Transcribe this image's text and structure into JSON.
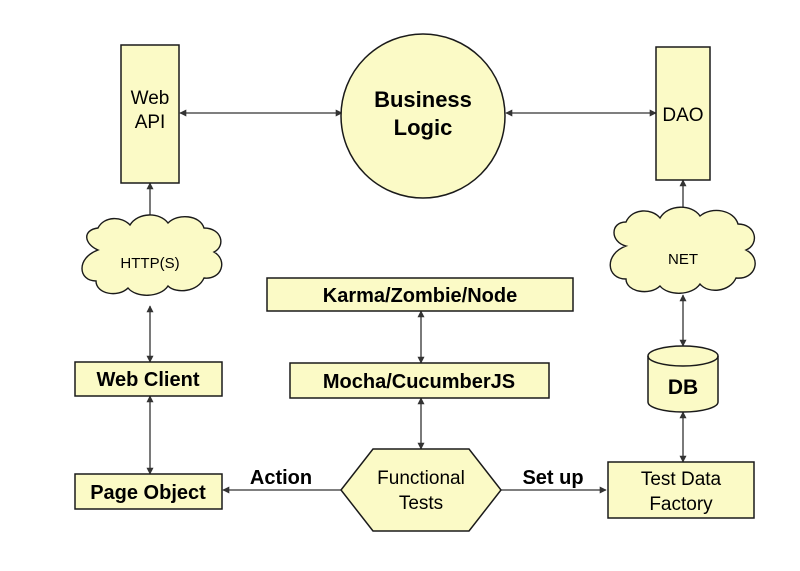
{
  "colors": {
    "fill": "#fbfac6",
    "stroke": "#1a1a1a",
    "arrow": "#333333",
    "background": "#ffffff"
  },
  "nodes": {
    "web_api": {
      "line1": "Web",
      "line2": "API"
    },
    "business_logic": {
      "line1": "Business",
      "line2": "Logic"
    },
    "dao": {
      "label": "DAO"
    },
    "http": {
      "label": "HTTP(S)"
    },
    "net": {
      "label": "NET"
    },
    "karma": {
      "label": "Karma/Zombie/Node"
    },
    "mocha": {
      "label": "Mocha/CucumberJS"
    },
    "web_client": {
      "label": "Web Client"
    },
    "db": {
      "label": "DB"
    },
    "page_object": {
      "label": "Page Object"
    },
    "functional_tests": {
      "line1": "Functional",
      "line2": "Tests"
    },
    "test_data_factory": {
      "line1": "Test Data",
      "line2": "Factory"
    }
  },
  "edge_labels": {
    "action": "Action",
    "setup": "Set up"
  }
}
